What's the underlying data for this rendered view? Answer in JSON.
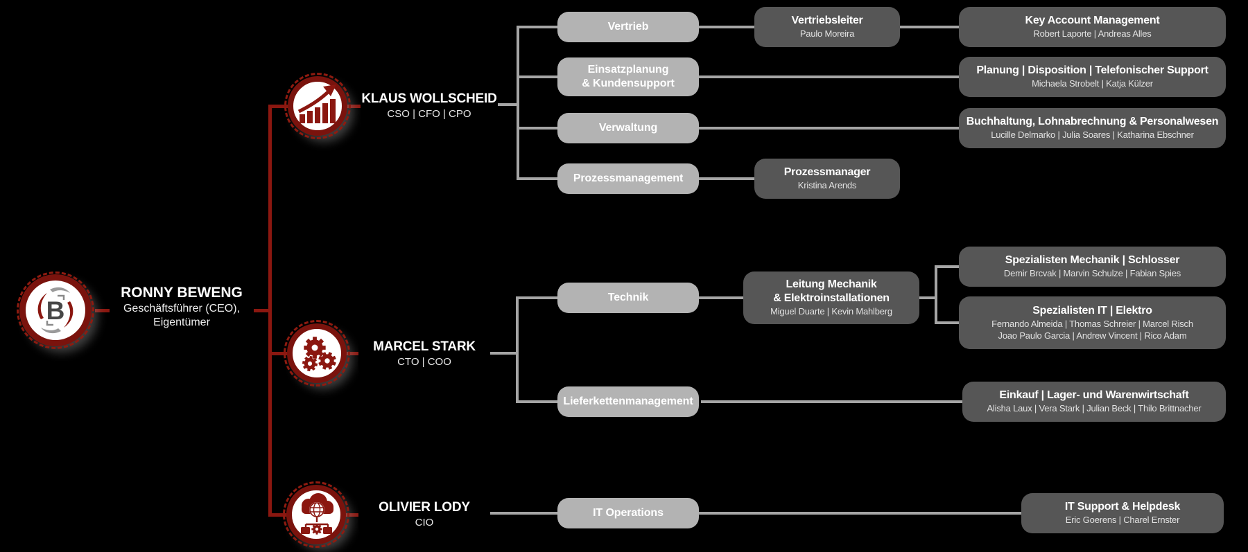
{
  "colors": {
    "background": "#000000",
    "accent_red": "#8b1710",
    "ring_red": "#7a130d",
    "light_box": "#b3b3b3",
    "dark_box": "#565656",
    "connector_gray": "#a5a5a5"
  },
  "ceo": {
    "name": "RONNY BEWENG",
    "subtitle1": "Geschäftsführer (CEO),",
    "subtitle2": "Eigentümer",
    "logo_letter": "B"
  },
  "executives": {
    "klaus": {
      "name": "KLAUS WOLLSCHEID",
      "title": "CSO | CFO | CPO"
    },
    "marcel": {
      "name": "MARCEL STARK",
      "title": "CTO | COO"
    },
    "olivier": {
      "name": "OLIVIER LODY",
      "title": "CIO"
    }
  },
  "departments": {
    "vertrieb": {
      "label": "Vertrieb"
    },
    "einsatzplanung": {
      "label1": "Einsatzplanung",
      "label2": "& Kundensupport"
    },
    "verwaltung": {
      "label": "Verwaltung"
    },
    "prozessmanagement": {
      "label": "Prozessmanagement"
    },
    "technik": {
      "label": "Technik"
    },
    "lieferkette": {
      "label": "Lieferkettenmanagement"
    },
    "it_operations": {
      "label": "IT Operations"
    }
  },
  "roles": {
    "vertriebsleiter": {
      "title": "Vertriebsleiter",
      "members": "Paulo Moreira"
    },
    "prozessmanager": {
      "title": "Prozessmanager",
      "members": "Kristina Arends"
    },
    "leitung_mechanik": {
      "title1": "Leitung Mechanik",
      "title2": "& Elektroinstallationen",
      "members": "Miguel Duarte | Kevin Mahlberg"
    }
  },
  "teams": {
    "key_account": {
      "title": "Key Account Management",
      "members": "Robert Laporte | Andreas Alles"
    },
    "planung": {
      "title": "Planung | Disposition | Telefonischer Support",
      "members": "Michaela Strobelt | Katja Külzer"
    },
    "buchhaltung": {
      "title": "Buchhaltung, Lohnabrechnung & Personalwesen",
      "members": "Lucille Delmarko | Julia Soares | Katharina Ebschner"
    },
    "spezialisten_mechanik": {
      "title": "Spezialisten Mechanik | Schlosser",
      "members": "Demir Brcvak | Marvin Schulze | Fabian Spies"
    },
    "spezialisten_it": {
      "title": "Spezialisten IT | Elektro",
      "members1": "Fernando Almeida | Thomas Schreier | Marcel Risch",
      "members2": "Joao Paulo Garcia | Andrew Vincent | Rico Adam"
    },
    "einkauf": {
      "title": "Einkauf | Lager- und Warenwirtschaft",
      "members": "Alisha Laux | Vera Stark | Julian Beck | Thilo Brittnacher"
    },
    "it_support": {
      "title": "IT Support & Helpdesk",
      "members": "Eric Goerens | Charel Ernster"
    }
  }
}
